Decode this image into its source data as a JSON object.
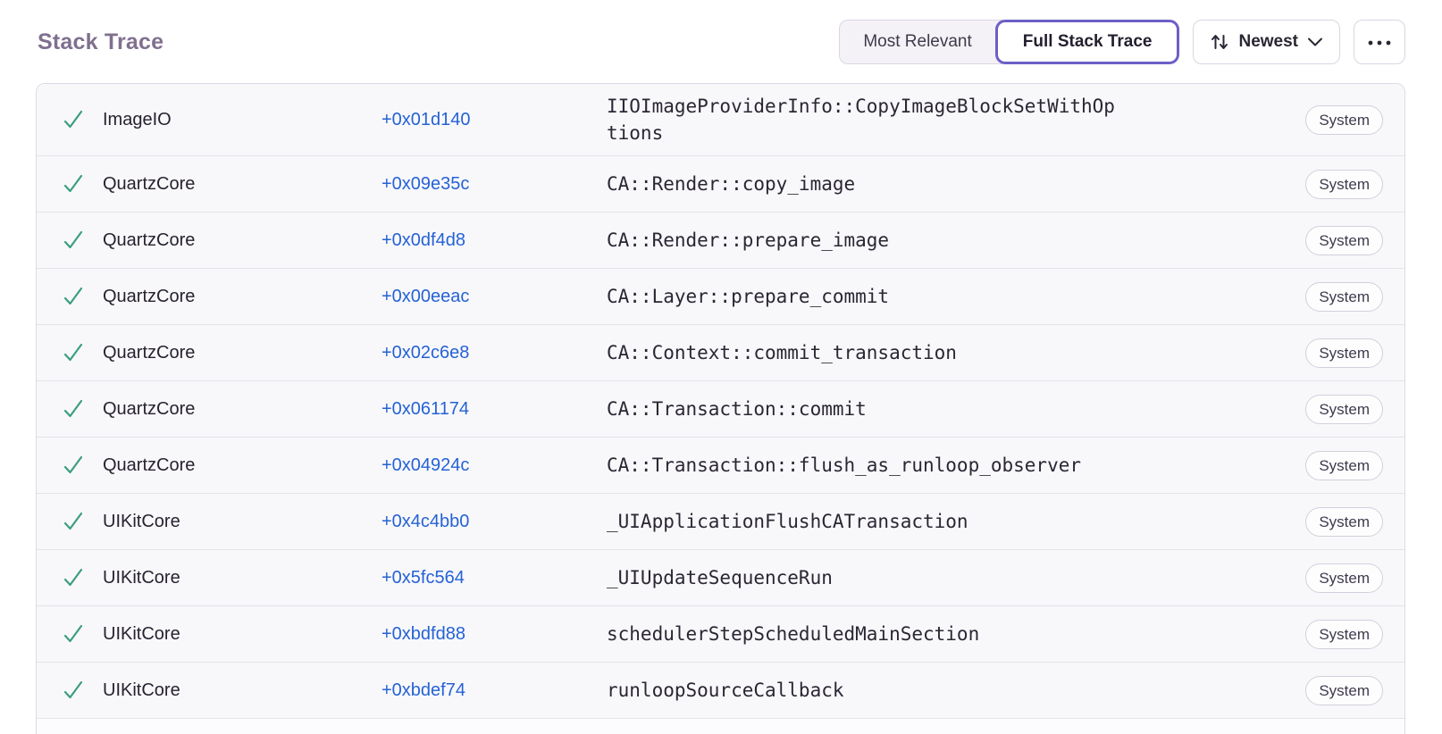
{
  "header": {
    "title": "Stack Trace",
    "segmented_control": [
      {
        "label": "Most Relevant",
        "selected": false
      },
      {
        "label": "Full Stack Trace",
        "selected": true
      }
    ],
    "sort_button": {
      "label": "Newest"
    },
    "more_button": {
      "label": "more-options"
    }
  },
  "colors": {
    "accent": "#6C5FC7",
    "title": "#80708F",
    "link": "#2562d4",
    "green": "#3c9e7d",
    "panel-bg": "#f8f8fb",
    "divider": "#e4e2e9"
  },
  "table": {
    "rows": [
      {
        "module": "ImageIO",
        "address": "+0x01d140",
        "function": "IIOImageProviderInfo::CopyImageBlockSetWithOptions",
        "badge": "System"
      },
      {
        "module": "QuartzCore",
        "address": "+0x09e35c",
        "function": "CA::Render::copy_image",
        "badge": "System"
      },
      {
        "module": "QuartzCore",
        "address": "+0x0df4d8",
        "function": "CA::Render::prepare_image",
        "badge": "System"
      },
      {
        "module": "QuartzCore",
        "address": "+0x00eeac",
        "function": "CA::Layer::prepare_commit",
        "badge": "System"
      },
      {
        "module": "QuartzCore",
        "address": "+0x02c6e8",
        "function": "CA::Context::commit_transaction",
        "badge": "System"
      },
      {
        "module": "QuartzCore",
        "address": "+0x061174",
        "function": "CA::Transaction::commit",
        "badge": "System"
      },
      {
        "module": "QuartzCore",
        "address": "+0x04924c",
        "function": "CA::Transaction::flush_as_runloop_observer",
        "badge": "System"
      },
      {
        "module": "UIKitCore",
        "address": "+0x4c4bb0",
        "function": "_UIApplicationFlushCATransaction",
        "badge": "System"
      },
      {
        "module": "UIKitCore",
        "address": "+0x5fc564",
        "function": "_UIUpdateSequenceRun",
        "badge": "System"
      },
      {
        "module": "UIKitCore",
        "address": "+0xbdfd88",
        "function": "schedulerStepScheduledMainSection",
        "badge": "System"
      },
      {
        "module": "UIKitCore",
        "address": "+0xbdef74",
        "function": "runloopSourceCallback",
        "badge": "System"
      }
    ]
  }
}
